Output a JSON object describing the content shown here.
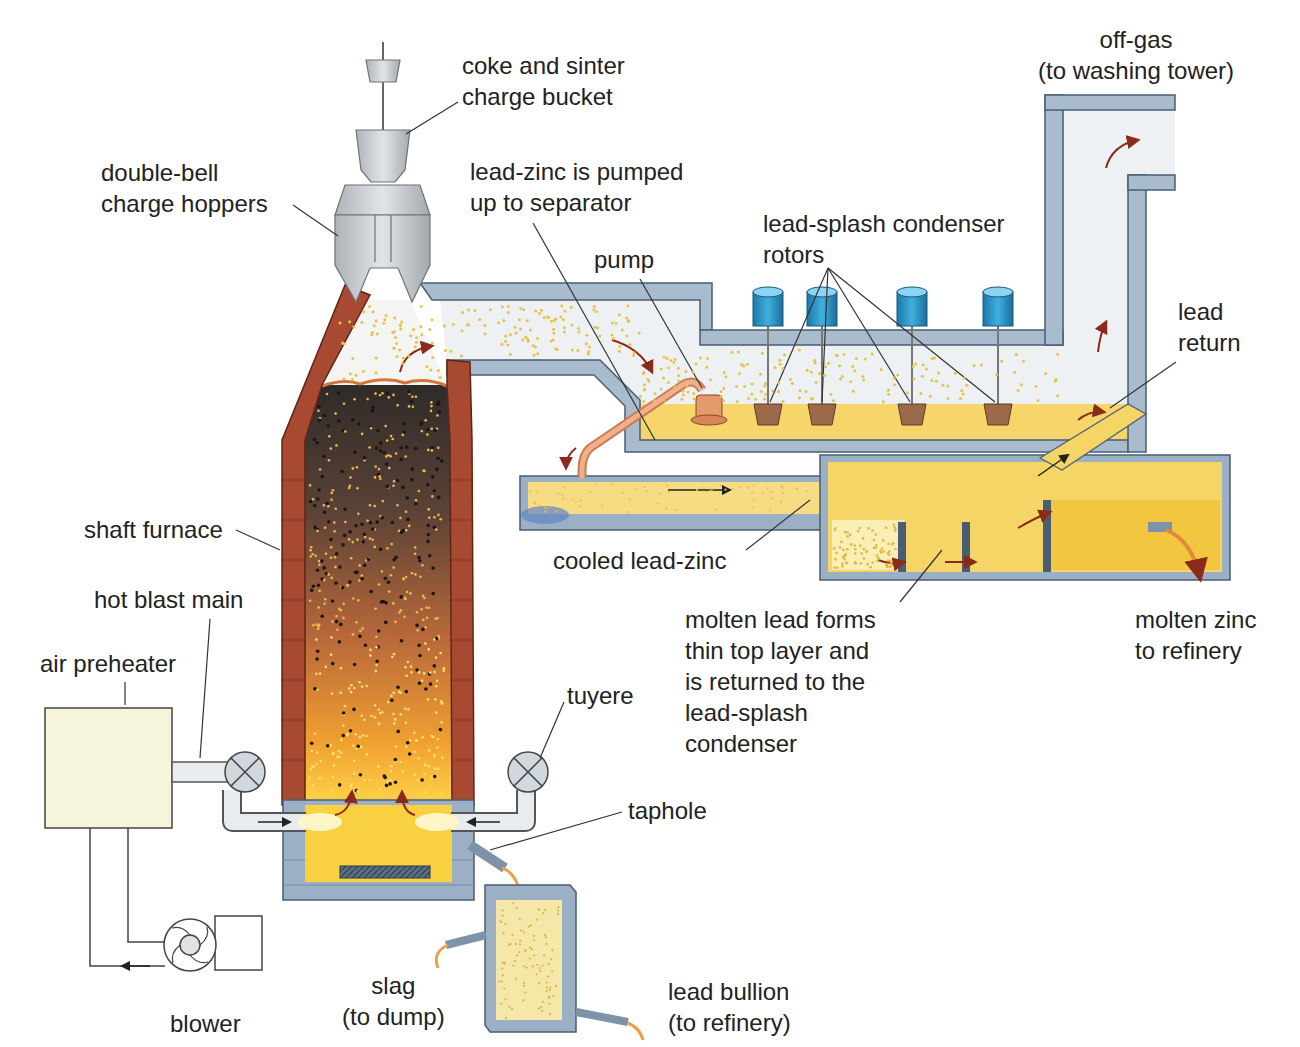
{
  "diagram": {
    "labels": [
      "off-gas (to washing tower)",
      "coke and sinter charge bucket",
      "double-bell charge hoppers",
      "lead-zinc is pumped up to separator",
      "lead-splash condenser rotors",
      "pump",
      "lead return",
      "shaft furnace",
      "cooled lead-zinc",
      "molten lead forms thin top layer and is returned to the lead-splash condenser",
      "molten zinc to refinery",
      "hot blast main",
      "air preheater",
      "tuyere",
      "taphole",
      "slag (to dump)",
      "lead bullion (to refinery)",
      "blower"
    ]
  }
}
